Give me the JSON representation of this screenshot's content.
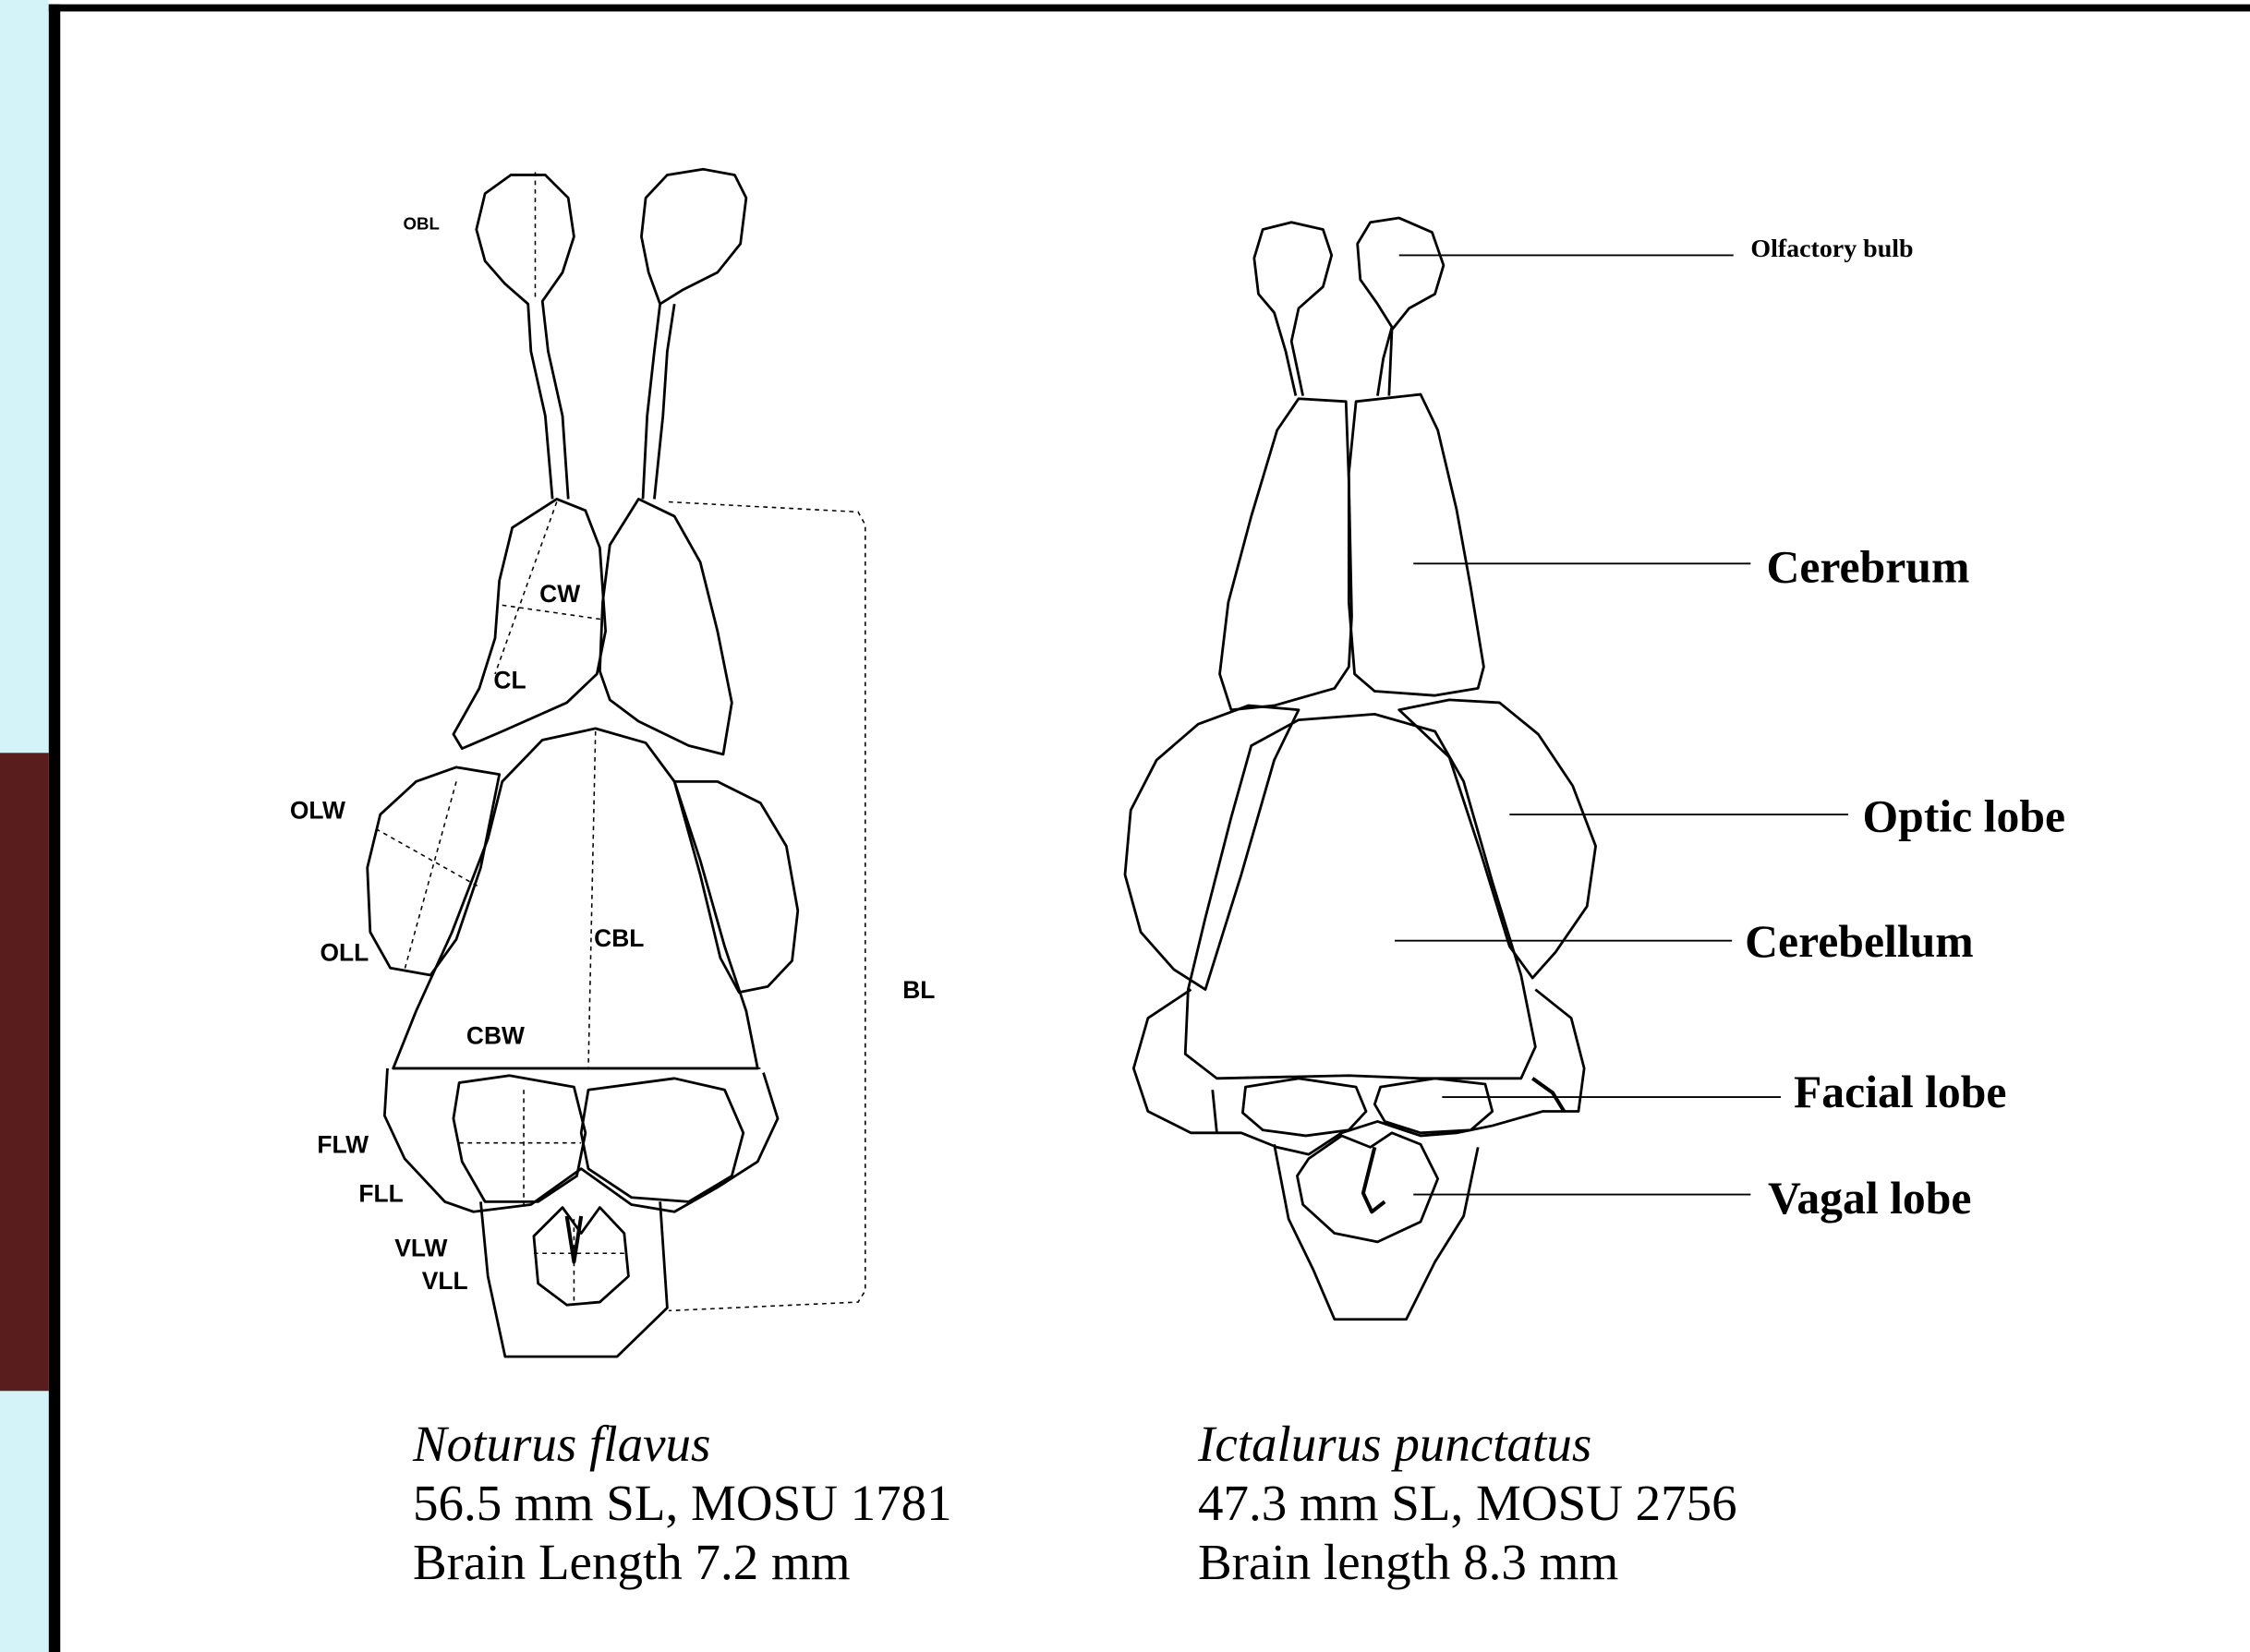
{
  "colors": {
    "left_strip_top": "#d4f3f8",
    "left_strip_mid": "#5a1d1d",
    "left_strip_bottom": "#d4f3f8",
    "frame": "#000000",
    "ink": "#000000"
  },
  "left_brain": {
    "measure_labels": {
      "obl": "OBL",
      "cw": "CW",
      "cl": "CL",
      "olw": "OLW",
      "oll": "OLL",
      "cbl": "CBL",
      "cbw": "CBW",
      "flw": "FLW",
      "fll": "FLL",
      "vlw": "VLW",
      "vll": "VLL",
      "bl": "BL"
    },
    "caption": {
      "species": "Noturus flavus",
      "specimen": "56.5 mm SL, MOSU 1781",
      "brain_length": "Brain Length 7.2 mm"
    }
  },
  "right_brain": {
    "part_labels": {
      "olfactory_bulb": "Olfactory bulb",
      "cerebrum": "Cerebrum",
      "optic_lobe": "Optic lobe",
      "cerebellum": "Cerebellum",
      "facial_lobe": "Facial lobe",
      "vagal_lobe": "Vagal lobe"
    },
    "caption": {
      "species": "Ictalurus punctatus",
      "specimen": "47.3 mm SL, MOSU 2756",
      "brain_length": "Brain length 8.3 mm"
    }
  }
}
